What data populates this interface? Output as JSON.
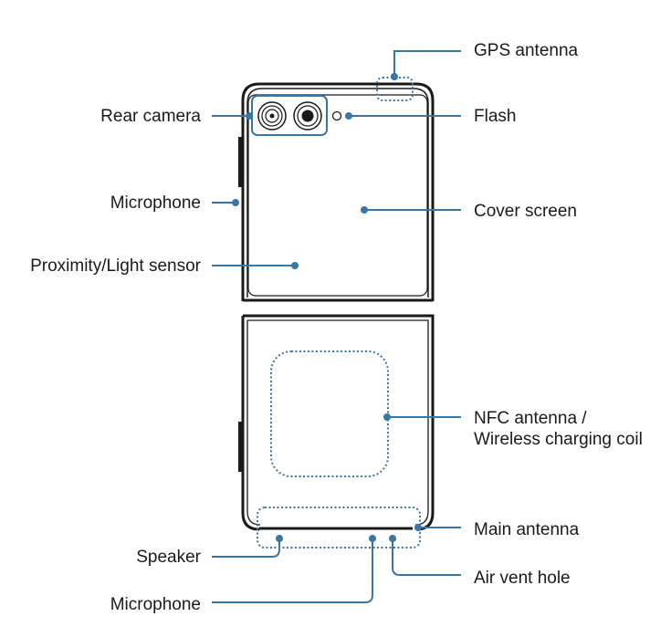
{
  "colors": {
    "accent": "#3a76a2",
    "outline": "#1a1a1a"
  },
  "labels": {
    "gps_antenna": "GPS antenna",
    "rear_camera": "Rear camera",
    "flash": "Flash",
    "microphone_top": "Microphone",
    "cover_screen": "Cover screen",
    "proximity_sensor": "Proximity/Light sensor",
    "nfc_line1": "NFC antenna /",
    "nfc_line2": "Wireless charging coil",
    "main_antenna": "Main antenna",
    "speaker": "Speaker",
    "air_vent_hole": "Air vent hole",
    "microphone_bottom": "Microphone"
  }
}
